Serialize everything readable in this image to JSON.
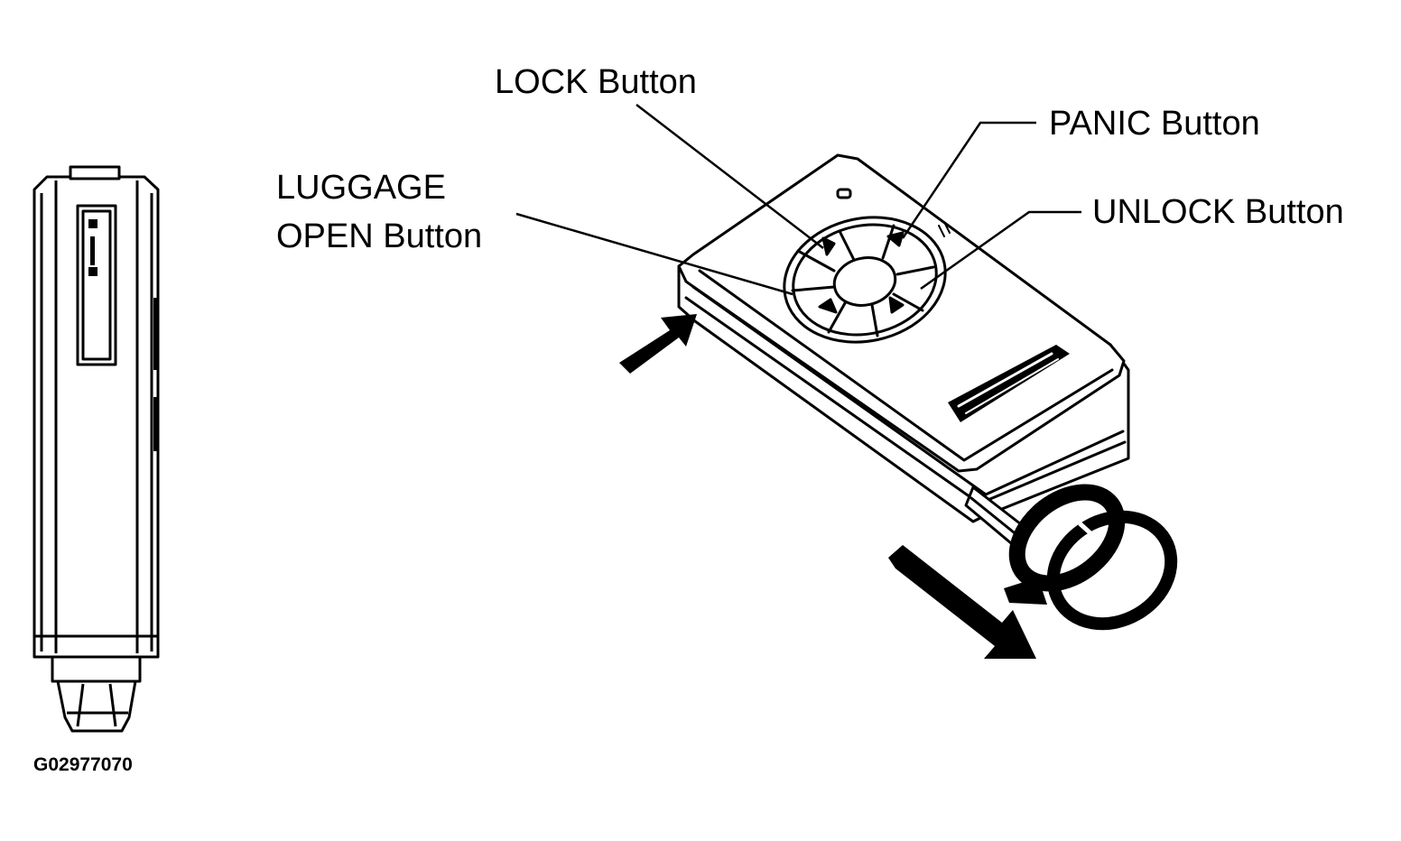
{
  "labels": {
    "lock": "LOCK Button",
    "panic": "PANIC Button",
    "luggage_line1": "LUGGAGE",
    "luggage_line2": "OPEN Button",
    "unlock": "UNLOCK Button"
  },
  "figure_code": "G02977070",
  "icons": {
    "side_view": "key-fob-side-view-icon",
    "fob": "key-fob-icon",
    "ring": "key-ring-icon"
  },
  "colors": {
    "ink": "#000000",
    "paper": "#ffffff"
  }
}
